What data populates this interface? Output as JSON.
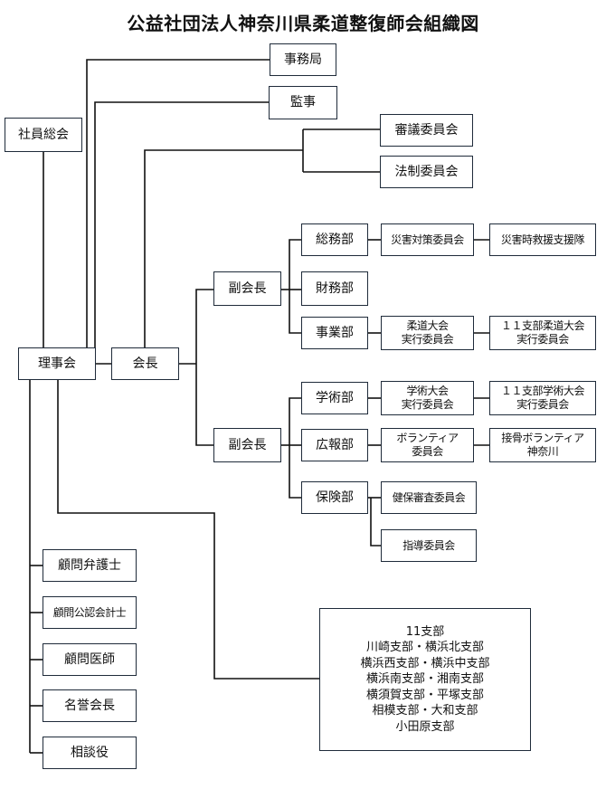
{
  "title": "公益社団法人神奈川県柔道整復師会組織図",
  "nodes": {
    "shain_sokai": "社員総会",
    "jimukyoku": "事務局",
    "kanji": "監事",
    "shingi": "審議委員会",
    "hosei": "法制委員会",
    "somubu": "総務部",
    "saimu": "財務部",
    "jigyo": "事業部",
    "fuku1": "副会長",
    "fuku2": "副会長",
    "kaicho": "会長",
    "rijikai": "理事会",
    "saigai_taisaku": "災害対策委員会",
    "saigai_shien": "災害時救援支援隊",
    "judo_taikai": "柔道大会\n実行委員会",
    "judo_11": "１１支部柔道大会\n実行委員会",
    "gakujutsubu": "学術部",
    "kohobu": "広報部",
    "hokenbu": "保険部",
    "gakujutsu_taikai": "学術大会\n実行委員会",
    "gakujutsu_11": "１１支部学術大会\n実行委員会",
    "volunteer": "ボランティア\n委員会",
    "sekkotsu_volunteer": "接骨ボランティア\n神奈川",
    "kenpo": "健保審査委員会",
    "shido": "指導委員会",
    "bengoshi": "顧問弁護士",
    "kaikeishi": "顧問公認会計士",
    "ishi": "顧問医師",
    "meiyo": "名誉会長",
    "sodan": "相談役",
    "branches": "11支部\n川崎支部・横浜北支部\n横浜西支部・横浜中支部\n横浜南支部・湘南支部\n横須賀支部・平塚支部\n相模支部・大和支部\n小田原支部"
  }
}
